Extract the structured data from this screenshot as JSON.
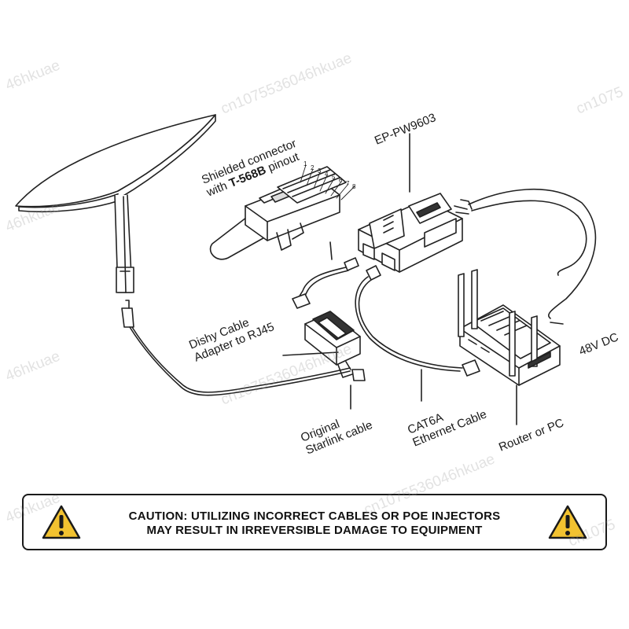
{
  "labels": {
    "connector_line1": "Shielded connector",
    "connector_line2_prefix": "with ",
    "connector_line2_bold": "T-568B",
    "connector_line2_suffix": " pinout",
    "pins": [
      "1",
      "2",
      "3",
      "4",
      "5",
      "6",
      "7",
      "8"
    ],
    "injector": "EP-PW9603",
    "dishy_line1": "Dishy Cable",
    "dishy_line2": "Adapter to RJ45",
    "original_line1": "Original",
    "original_line2": "Starlink cable",
    "cat6a_line1": "CAT6A",
    "cat6a_line2": "Ethernet Cable",
    "router": "Router or PC",
    "dc": "48V DC"
  },
  "caution": {
    "line1": "CAUTION: UTILIZING INCORRECT CABLES OR POE INJECTORS",
    "line2": "MAY RESULT IN IRREVERSIBLE DAMAGE TO EQUIPMENT",
    "icon": "warning-triangle-icon",
    "icon_color": "#f2c230"
  },
  "watermarks": [
    "46hkuae",
    "cn1075536046hkuae",
    "cn1075",
    "46hkuae",
    "46hkuae",
    "cn1075536046hkuae",
    "46hkuae",
    "cn1075536046hkuae",
    "cn1075"
  ]
}
